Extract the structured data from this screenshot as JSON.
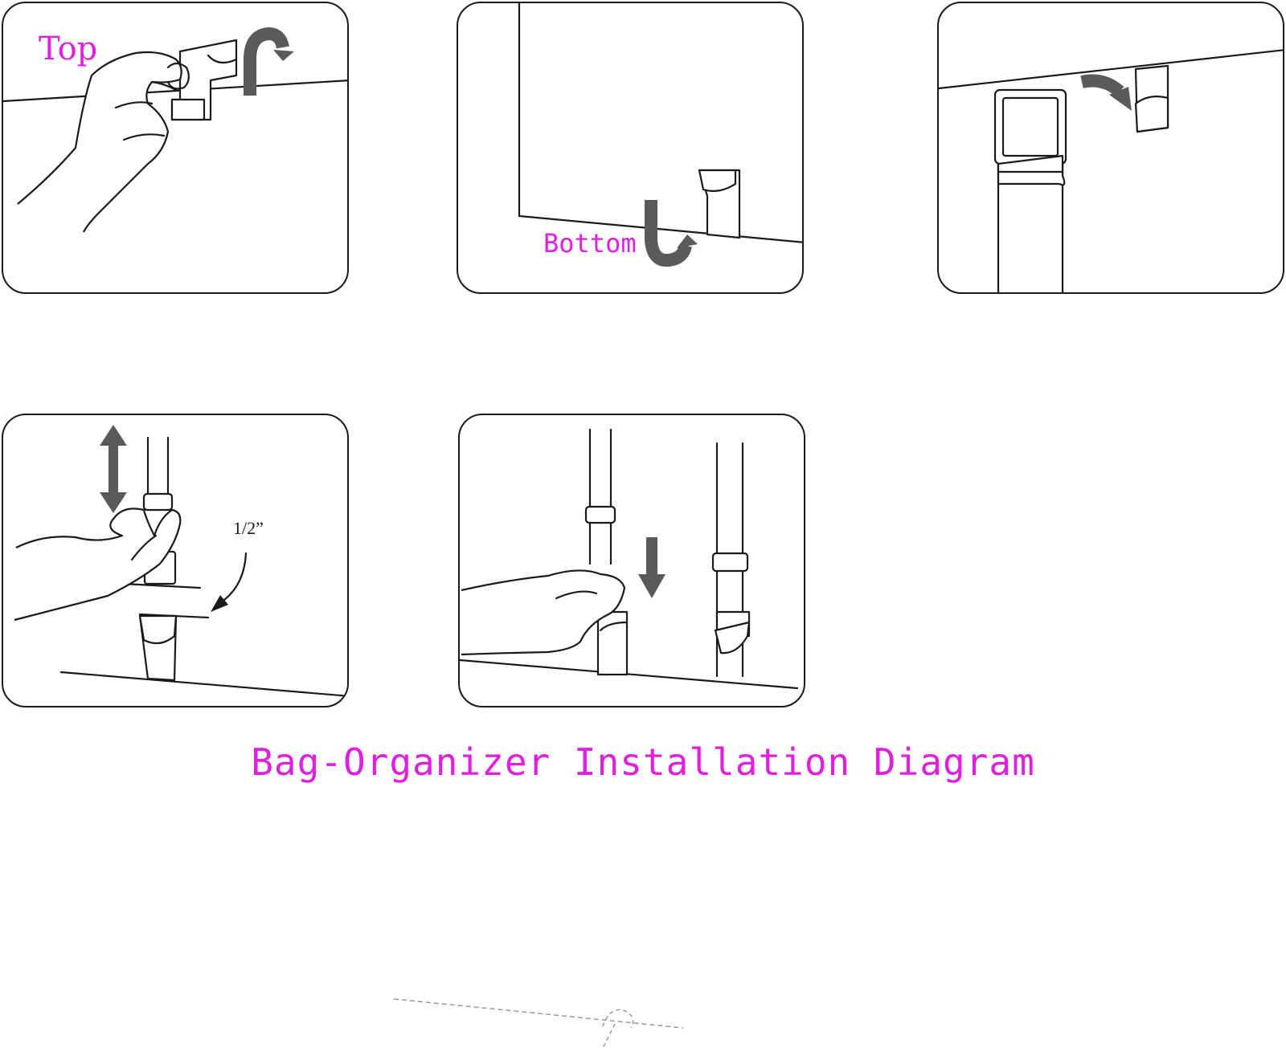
{
  "title": "Bag-Organizer Installation Diagram",
  "colors": {
    "label": "#e020e0",
    "line": "#1a1a1a",
    "arrow": "#5a5a5a"
  },
  "panels": [
    {
      "id": "step-1",
      "label": "Top"
    },
    {
      "id": "step-2",
      "label": "Bottom"
    },
    {
      "id": "step-3",
      "label": ""
    },
    {
      "id": "step-4",
      "label": "1/2”"
    },
    {
      "id": "step-5",
      "label": ""
    }
  ]
}
